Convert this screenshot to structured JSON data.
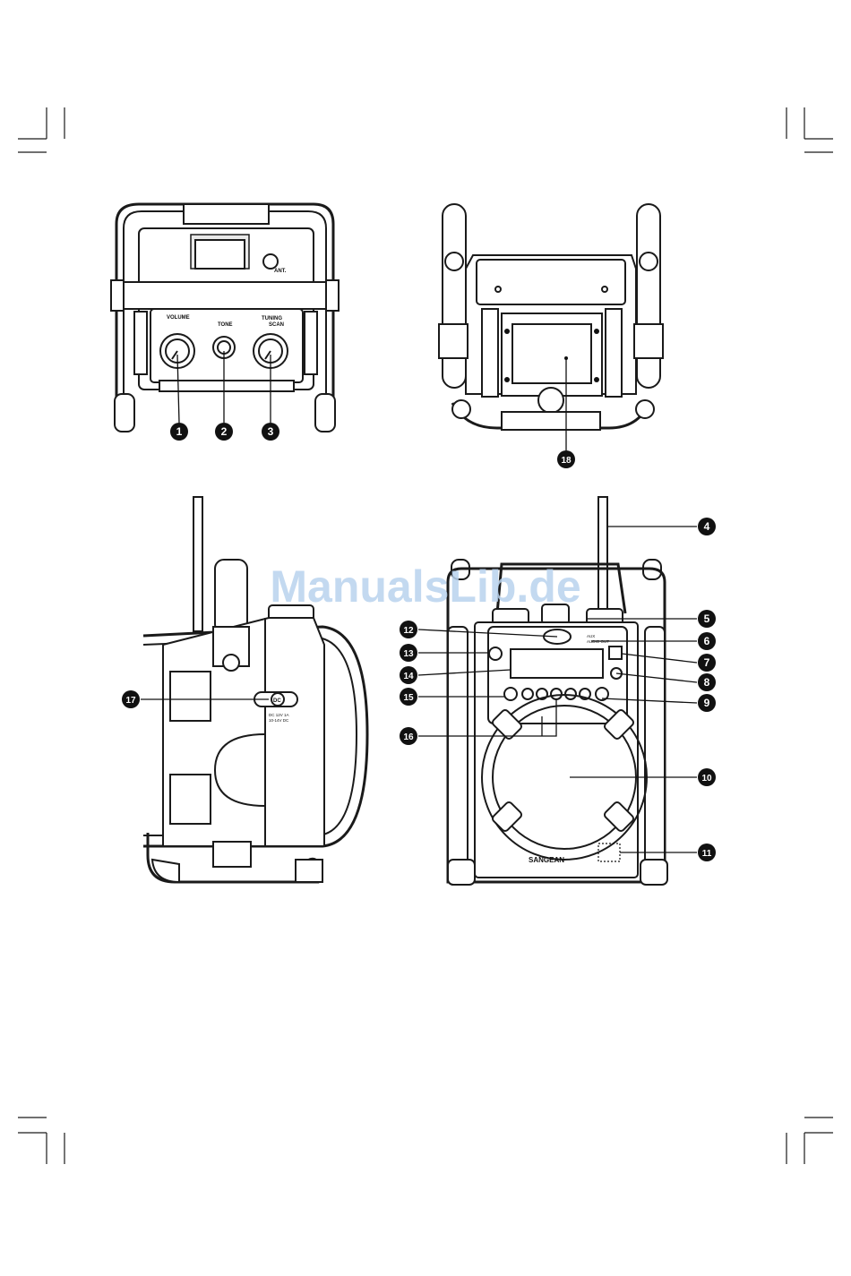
{
  "watermark": "ManualsLib.de",
  "labels": {
    "volume": "VOLUME",
    "tone": "TONE",
    "tuning": "TUNING",
    "scan": "SCAN",
    "antenna": "ANT.",
    "brand": "SANGEAN",
    "dc": "DC",
    "dc_spec_1": "DC 12V 1A",
    "dc_spec_2": "10-14V DC",
    "aux": "AUX",
    "audio_out": "AUDIO OUT"
  },
  "callouts": [
    "1",
    "2",
    "3",
    "4",
    "5",
    "6",
    "7",
    "8",
    "9",
    "10",
    "11",
    "12",
    "13",
    "14",
    "15",
    "16",
    "17",
    "18"
  ]
}
